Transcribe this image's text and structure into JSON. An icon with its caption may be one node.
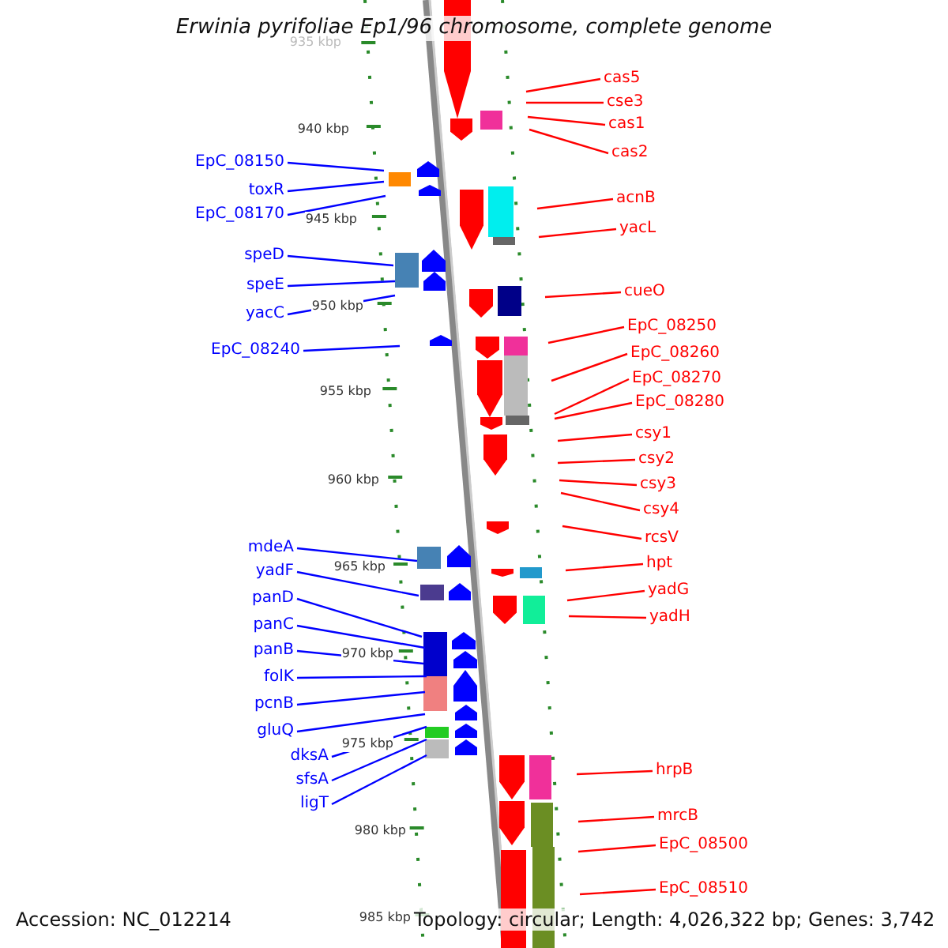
{
  "diagram": {
    "title": "Erwinia pyrifoliae Ep1/96 chromosome, complete genome",
    "nodes": [
      {
        "text": [
          "EpC_08150"
        ]
      },
      {
        "text": [
          "toxR"
        ]
      },
      {
        "text": [
          "EpC_08170"
        ]
      },
      {
        "text": [
          "speD"
        ]
      },
      {
        "text": [
          "speE"
        ]
      },
      {
        "text": [
          "yacC"
        ]
      },
      {
        "text": [
          "EpC_08240"
        ]
      },
      {
        "text": [
          "mdeA"
        ]
      },
      {
        "text": [
          "yadF"
        ]
      },
      {
        "text": [
          "panD"
        ]
      },
      {
        "text": [
          "panC"
        ]
      },
      {
        "text": [
          "panB"
        ]
      },
      {
        "text": [
          "folK"
        ]
      },
      {
        "text": [
          "pcnB"
        ]
      },
      {
        "text": [
          "gluQ"
        ]
      },
      {
        "text": [
          "dksA"
        ]
      },
      {
        "text": [
          "sfsA"
        ]
      },
      {
        "text": [
          "ligT"
        ]
      },
      {
        "text": [
          "cas5"
        ]
      },
      {
        "text": [
          "cse3"
        ]
      },
      {
        "text": [
          "cas1"
        ]
      },
      {
        "text": [
          "cas2"
        ]
      },
      {
        "text": [
          "acnB"
        ]
      },
      {
        "text": [
          "yacL"
        ]
      },
      {
        "text": [
          "cueO"
        ]
      },
      {
        "text": [
          "EpC_08250"
        ]
      },
      {
        "text": [
          "EpC_08260"
        ]
      },
      {
        "text": [
          "EpC_08270"
        ]
      },
      {
        "text": [
          "EpC_08280"
        ]
      },
      {
        "text": [
          "csy1"
        ]
      },
      {
        "text": [
          "csy2"
        ]
      },
      {
        "text": [
          "csy3"
        ]
      },
      {
        "text": [
          "csy4"
        ]
      },
      {
        "text": [
          "rcsV"
        ]
      },
      {
        "text": [
          "hpt"
        ]
      },
      {
        "text": [
          "yadG"
        ]
      },
      {
        "text": [
          "yadH"
        ]
      },
      {
        "text": [
          "hrpB"
        ]
      },
      {
        "text": [
          "mrcB"
        ]
      },
      {
        "text": [
          "EpC_08500"
        ]
      },
      {
        "text": [
          "EpC_08510"
        ]
      }
    ],
    "edges": [
      {
        "from": 0,
        "to": null,
        "arrow": "none",
        "color": "#0000ff"
      },
      {
        "from": 1,
        "to": null,
        "arrow": "none",
        "color": "#0000ff"
      },
      {
        "from": 2,
        "to": null,
        "arrow": "none",
        "color": "#0000ff"
      },
      {
        "from": 3,
        "to": null,
        "arrow": "none",
        "color": "#0000ff"
      },
      {
        "from": 4,
        "to": null,
        "arrow": "none",
        "color": "#0000ff"
      },
      {
        "from": 5,
        "to": null,
        "arrow": "none",
        "color": "#0000ff"
      },
      {
        "from": 6,
        "to": null,
        "arrow": "none",
        "color": "#0000ff"
      },
      {
        "from": 7,
        "to": null,
        "arrow": "none",
        "color": "#0000ff"
      },
      {
        "from": 8,
        "to": null,
        "arrow": "none",
        "color": "#0000ff"
      },
      {
        "from": 9,
        "to": null,
        "arrow": "none",
        "color": "#0000ff"
      },
      {
        "from": 10,
        "to": null,
        "arrow": "none",
        "color": "#0000ff"
      },
      {
        "from": 11,
        "to": null,
        "arrow": "none",
        "color": "#0000ff"
      },
      {
        "from": 12,
        "to": null,
        "arrow": "none",
        "color": "#0000ff"
      },
      {
        "from": 13,
        "to": null,
        "arrow": "none",
        "color": "#0000ff"
      },
      {
        "from": 14,
        "to": null,
        "arrow": "none",
        "color": "#0000ff"
      },
      {
        "from": 15,
        "to": null,
        "arrow": "none",
        "color": "#0000ff"
      },
      {
        "from": 16,
        "to": null,
        "arrow": "none",
        "color": "#0000ff"
      },
      {
        "from": 17,
        "to": null,
        "arrow": "none",
        "color": "#0000ff"
      },
      {
        "from": 18,
        "to": null,
        "arrow": "none"
      },
      {
        "from": 19,
        "to": null,
        "arrow": "none"
      },
      {
        "from": 20,
        "to": null,
        "arrow": "none"
      },
      {
        "from": 21,
        "to": null,
        "arrow": "none"
      },
      {
        "from": 22,
        "to": null,
        "arrow": "none"
      },
      {
        "from": 23,
        "to": null,
        "arrow": "none"
      },
      {
        "from": 24,
        "to": null,
        "arrow": "none"
      },
      {
        "from": 25,
        "to": null,
        "arrow": "none"
      },
      {
        "from": 26,
        "to": null,
        "arrow": "none"
      },
      {
        "from": 27,
        "to": null,
        "arrow": "none"
      },
      {
        "from": 28,
        "to": null,
        "arrow": "none"
      },
      {
        "from": 29,
        "to": null,
        "arrow": "none"
      },
      {
        "from": 30,
        "to": null,
        "arrow": "none"
      },
      {
        "from": 31,
        "to": null,
        "arrow": "none"
      },
      {
        "from": 32,
        "to": null,
        "arrow": "none"
      },
      {
        "from": 33,
        "to": null,
        "arrow": "none"
      },
      {
        "from": 34,
        "to": null,
        "arrow": "none"
      },
      {
        "from": 35,
        "to": null,
        "arrow": "none"
      },
      {
        "from": 36,
        "to": null,
        "arrow": "none"
      },
      {
        "from": 37,
        "to": null,
        "arrow": "none"
      },
      {
        "from": 38,
        "to": null,
        "arrow": "none"
      },
      {
        "from": 39,
        "to": null,
        "arrow": "none"
      },
      {
        "from": 40,
        "to": null,
        "arrow": "none"
      }
    ],
    "labels": [
      "935 kbp",
      "940 kbp",
      "945 kbp",
      "950 kbp",
      "955 kbp",
      "960 kbp",
      "965 kbp",
      "970 kbp",
      "975 kbp",
      "980 kbp",
      "985 kbp",
      "Accession: NC_012214",
      "Topology: circular; Length: 4,026,322 bp; Genes: 3,742"
    ]
  }
}
